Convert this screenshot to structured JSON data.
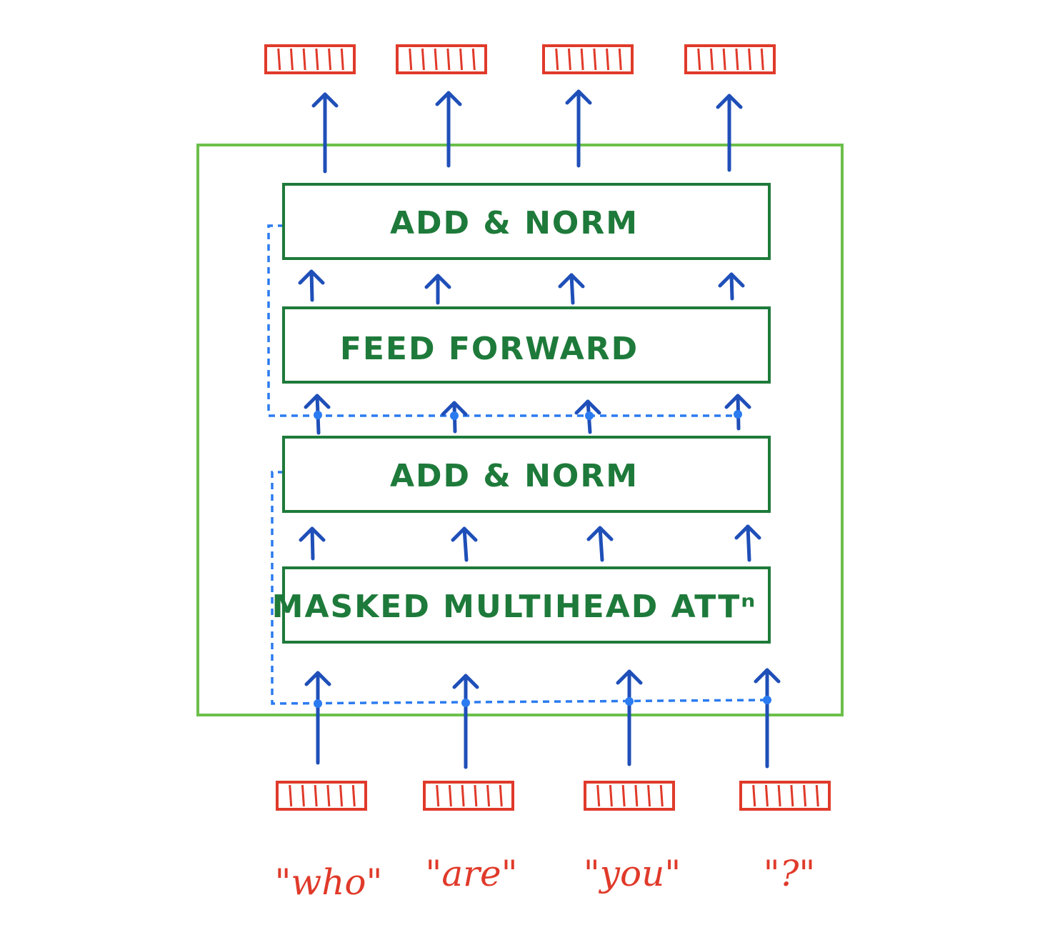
{
  "colors": {
    "outer_block": "#6cbf4a",
    "layer_box": "#1e7a3a",
    "layer_text": "#1e7a3a",
    "arrow": "#1f4fb8",
    "residual": "#2b7bf0",
    "vector": "#e03a2a",
    "token": "#e03a2a"
  },
  "layers": [
    {
      "label": "ADD & NORM"
    },
    {
      "label": "FEED FORWARD"
    },
    {
      "label": "ADD & NORM"
    },
    {
      "label": "MASKED MULTIHEAD ATTⁿ"
    }
  ],
  "tokens": [
    {
      "label": "\"who\""
    },
    {
      "label": "\"are\""
    },
    {
      "label": "\"you\""
    },
    {
      "label": "\"?\""
    }
  ]
}
